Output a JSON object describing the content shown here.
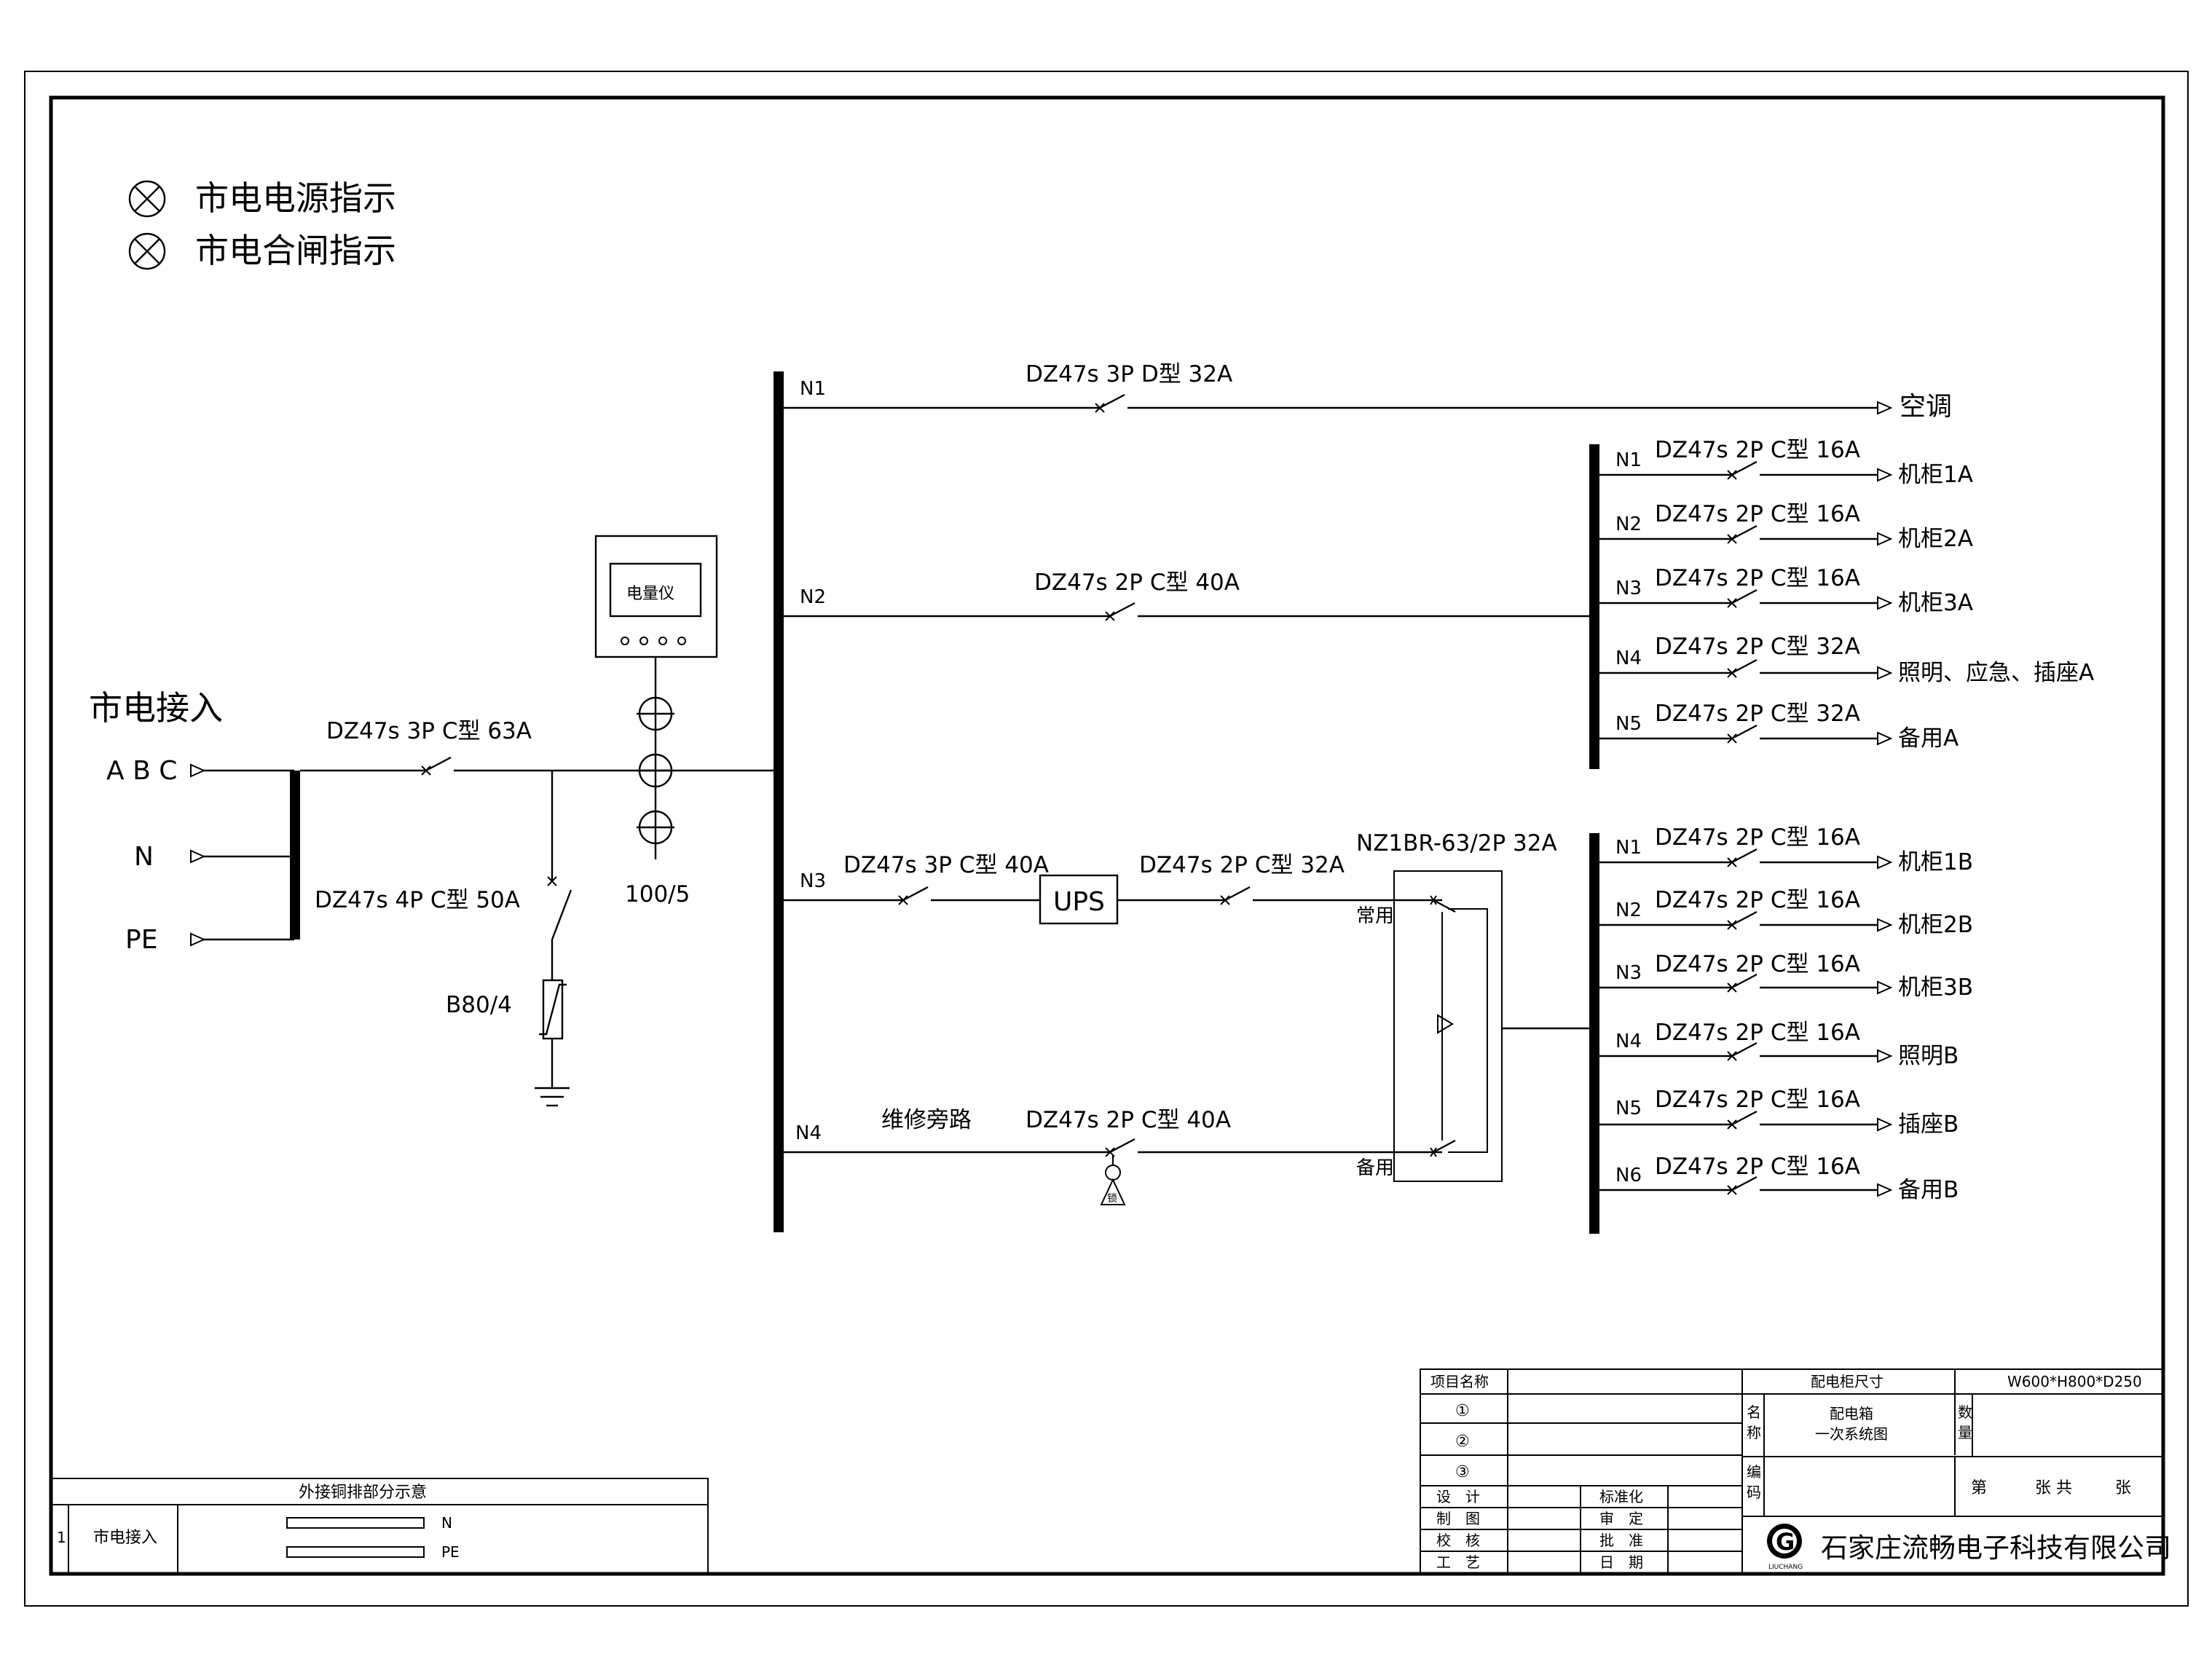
{
  "legend": {
    "items": [
      "市电电源指示",
      "市电合闸指示"
    ]
  },
  "incoming": {
    "title": "市电接入",
    "phases": [
      "A B C",
      "N",
      "PE"
    ],
    "main_breaker": "DZ47s 3P C型 63A",
    "spd_breaker": "DZ47s 4P C型 50A",
    "spd": "B80/4",
    "ct": "100/5",
    "meter": "电量仪"
  },
  "branches": {
    "n1": {
      "tag": "N1",
      "breaker": "DZ47s 3P D型 32A",
      "load": "空调"
    },
    "n2": {
      "tag": "N2",
      "breaker": "DZ47s 2P C型 40A"
    },
    "n3": {
      "tag": "N3",
      "breaker": "DZ47s 3P C型 40A",
      "ups": "UPS",
      "ups_out_breaker": "DZ47s 2P C型 32A"
    },
    "n4": {
      "tag": "N4",
      "label": "维修旁路",
      "breaker": "DZ47s 2P C型 40A",
      "lock_text": "锁"
    }
  },
  "ats": {
    "model": "NZ1BR-63/2P 32A",
    "normal": "常用",
    "standby": "备用"
  },
  "panel_a": [
    {
      "tag": "N1",
      "breaker": "DZ47s 2P C型 16A",
      "load": "机柜1A"
    },
    {
      "tag": "N2",
      "breaker": "DZ47s 2P C型 16A",
      "load": "机柜2A"
    },
    {
      "tag": "N3",
      "breaker": "DZ47s 2P C型 16A",
      "load": "机柜3A"
    },
    {
      "tag": "N4",
      "breaker": "DZ47s 2P C型 32A",
      "load": "照明、应急、插座A"
    },
    {
      "tag": "N5",
      "breaker": "DZ47s 2P C型 32A",
      "load": "备用A"
    }
  ],
  "panel_b": [
    {
      "tag": "N1",
      "breaker": "DZ47s 2P C型 16A",
      "load": "机柜1B"
    },
    {
      "tag": "N2",
      "breaker": "DZ47s 2P C型 16A",
      "load": "机柜2B"
    },
    {
      "tag": "N3",
      "breaker": "DZ47s 2P C型 16A",
      "load": "机柜3B"
    },
    {
      "tag": "N4",
      "breaker": "DZ47s 2P C型 16A",
      "load": "照明B"
    },
    {
      "tag": "N5",
      "breaker": "DZ47s 2P C型 16A",
      "load": "插座B"
    },
    {
      "tag": "N6",
      "breaker": "DZ47s 2P C型 16A",
      "load": "备用B"
    }
  ],
  "busbar_table": {
    "title": "外接铜排部分示意",
    "row_no": "1",
    "row_name": "市电接入",
    "bar1": "N",
    "bar2": "PE"
  },
  "title_block": {
    "project_name": "项目名称",
    "marks": [
      "①",
      "②",
      "③"
    ],
    "roles": [
      "设　计",
      "制　图",
      "校　核",
      "工　艺"
    ],
    "checks": [
      "标准化",
      "审　定",
      "批　准",
      "日　期"
    ],
    "size_label": "配电柜尺寸",
    "size_value": "W600*H800*D250",
    "name_label_1": "名",
    "name_label_2": "称",
    "name_value_1": "配电箱",
    "name_value_2": "一次系统图",
    "qty_label_1": "数",
    "qty_label_2": "量",
    "code_label_1": "编",
    "code_label_2": "码",
    "sheet_1": "第",
    "sheet_2": "张 共",
    "sheet_3": "张",
    "logo_letter": "G",
    "logo_text": "LIUCHANG",
    "company": "石家庄流畅电子科技有限公司"
  }
}
